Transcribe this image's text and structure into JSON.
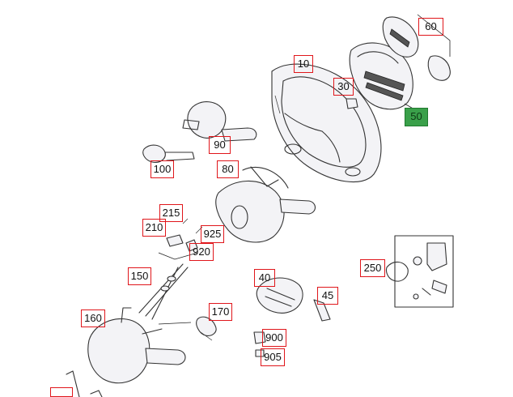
{
  "diagram": {
    "selected_callout": "50",
    "callouts": [
      {
        "id": "c60",
        "label": "60"
      },
      {
        "id": "c10",
        "label": "10"
      },
      {
        "id": "c30",
        "label": "30"
      },
      {
        "id": "c50",
        "label": "50"
      },
      {
        "id": "c90",
        "label": "90"
      },
      {
        "id": "c100",
        "label": "100"
      },
      {
        "id": "c80",
        "label": "80"
      },
      {
        "id": "c215",
        "label": "215"
      },
      {
        "id": "c210",
        "label": "210"
      },
      {
        "id": "c925",
        "label": "925"
      },
      {
        "id": "c920",
        "label": "920"
      },
      {
        "id": "c250",
        "label": "250"
      },
      {
        "id": "c150",
        "label": "150"
      },
      {
        "id": "c40",
        "label": "40"
      },
      {
        "id": "c45",
        "label": "45"
      },
      {
        "id": "c160",
        "label": "160"
      },
      {
        "id": "c170",
        "label": "170"
      },
      {
        "id": "c900",
        "label": "900"
      },
      {
        "id": "c905",
        "label": "905"
      },
      {
        "id": "c_bottom",
        "label": ""
      }
    ],
    "colors": {
      "callout_border": "#e0161b",
      "selected_fill": "#3aa04a"
    }
  }
}
